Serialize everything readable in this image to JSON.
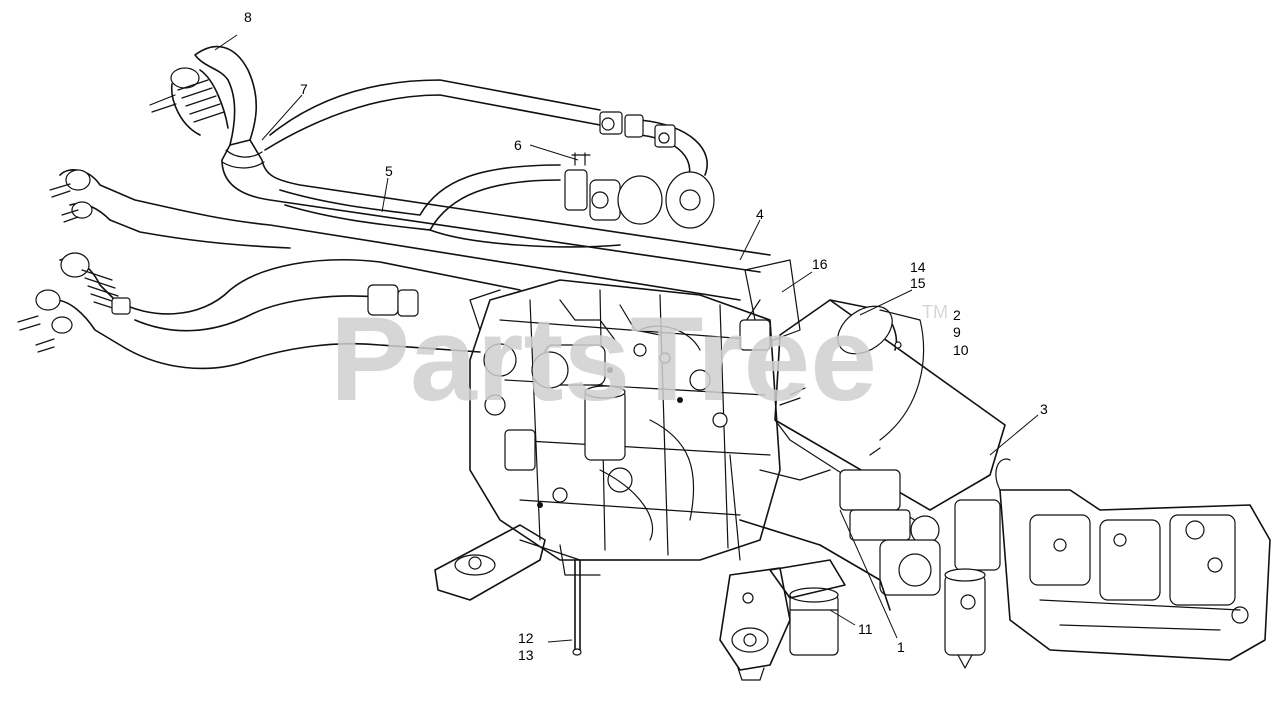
{
  "watermark": {
    "text": "PartsTree",
    "trademark": "TM"
  },
  "callouts": [
    {
      "id": "c8",
      "label": "8"
    },
    {
      "id": "c7",
      "label": "7"
    },
    {
      "id": "c6",
      "label": "6"
    },
    {
      "id": "c5",
      "label": "5"
    },
    {
      "id": "c4",
      "label": "4"
    },
    {
      "id": "c16",
      "label": "16"
    },
    {
      "id": "c14",
      "label": "14"
    },
    {
      "id": "c15",
      "label": "15"
    },
    {
      "id": "c2",
      "label": "2"
    },
    {
      "id": "c9",
      "label": "9"
    },
    {
      "id": "c10",
      "label": "10"
    },
    {
      "id": "c3",
      "label": "3"
    },
    {
      "id": "c11",
      "label": "11"
    },
    {
      "id": "c1",
      "label": "1"
    },
    {
      "id": "c12",
      "label": "12"
    },
    {
      "id": "c13",
      "label": "13"
    }
  ]
}
